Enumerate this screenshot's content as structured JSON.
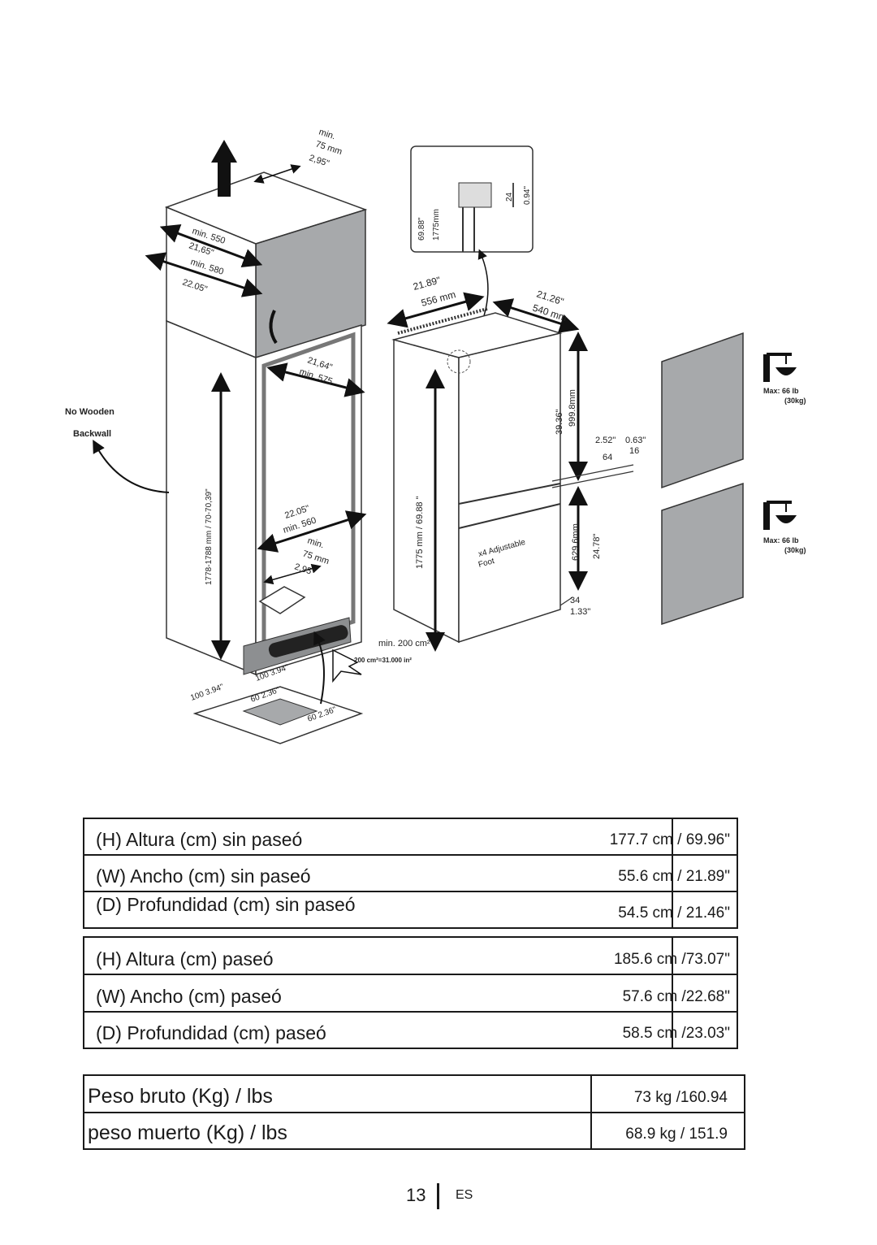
{
  "diagram": {
    "cabinet": {
      "top_gap": [
        "min.",
        "75 mm",
        "2,95\""
      ],
      "depth_outer": [
        "min. 550",
        "21,65\""
      ],
      "depth_inner": [
        "min. 580",
        "22.05\""
      ],
      "inner_depth": [
        "21,64\"",
        "min. 575"
      ],
      "inner_width": [
        "22.05\"",
        "min. 560"
      ],
      "bottom_gap": [
        "min.",
        "75 mm",
        "2,95\""
      ],
      "height_range": "1778-1788 mm / 70-70,39\"",
      "no_wooden_backwall": [
        "No Wooden",
        "Backwall"
      ],
      "vent_dims": [
        "100 3.94\"",
        "60 2.36\"",
        "100 3.94\"",
        "60 2.36\""
      ]
    },
    "appliance": {
      "width": [
        "21.89\"",
        "556 mm"
      ],
      "depth": [
        "21.26\"",
        "540 mm"
      ],
      "height": "1775 mm / 69.88 \"",
      "upper_door": [
        "39.36\"",
        "999.8mm"
      ],
      "lower_door": [
        "629.6mm",
        "24.78\""
      ],
      "gap_top": [
        "2.52\"",
        "0.63\"",
        "64",
        "16"
      ],
      "foot": [
        "x4 Adjustable",
        "Foot"
      ],
      "foot_gap": [
        "34",
        "1.33\""
      ],
      "vent_area": [
        "min. 200 cm²",
        "200 cm²=31.000 in²"
      ],
      "detail": [
        "69.88\"",
        "1775mm",
        "24",
        "0.94\""
      ]
    },
    "doors": {
      "max_load_upper": [
        "Max: 66 lb",
        "(30kg)"
      ],
      "max_load_lower": [
        "Max: 66 lb",
        "(30kg)"
      ]
    }
  },
  "table1": {
    "rows": [
      {
        "label": "(H) Altura (cm) sin paseó",
        "value": "177.7 cm / 69.96\""
      },
      {
        "label": "(W) Ancho (cm) sin paseó",
        "value": "55.6 cm / 21.89\""
      },
      {
        "label": "(D) Profundidad (cm) sin paseó",
        "value": "54.5 cm / 21.46\""
      }
    ]
  },
  "table2": {
    "rows": [
      {
        "label": "(H) Altura (cm) paseó",
        "value": "185.6 cm /73.07\""
      },
      {
        "label": "(W) Ancho (cm) paseó",
        "value": "57.6 cm /22.68\""
      },
      {
        "label": "(D) Profundidad (cm) paseó",
        "value": "58.5 cm /23.03\""
      }
    ]
  },
  "table3": {
    "rows": [
      {
        "label": "Peso bruto (Kg) / lbs",
        "value": "73  kg /160.94"
      },
      {
        "label": "peso muerto  (Kg) / lbs",
        "value": "68.9 kg / 151.9"
      }
    ]
  },
  "footer": {
    "page_number": "13",
    "language": "ES"
  }
}
